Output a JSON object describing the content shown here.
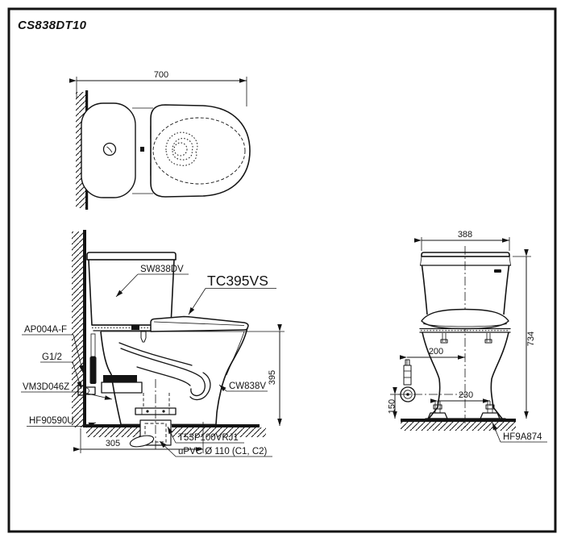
{
  "title": "CS838DT10",
  "colors": {
    "ink": "#141414",
    "bg": "#ffffff"
  },
  "views": {
    "top": {
      "dims": {
        "overall_depth": "700"
      }
    },
    "side": {
      "dims": {
        "seat_height": "395",
        "outlet_offset": "305"
      },
      "labels": {
        "cistern": "SW838DV",
        "seat": "TC395VS",
        "fill_valve": "AP004A-F",
        "supply_thread": "G1/2",
        "outlet_seal": "VM3D046Z",
        "fixing_kit": "HF90590U",
        "bowl": "CW838V",
        "outlet_flange": "T53P100VRJ1",
        "drain_pipe": "uPVC Ø 110 (C1, C2)"
      }
    },
    "front": {
      "dims": {
        "overall_width": "388",
        "overall_height": "734",
        "supply_offset_x": "200",
        "supply_height": "150",
        "bolt_spacing": "230"
      },
      "labels": {
        "supply_parts": "HF9A874"
      }
    }
  }
}
